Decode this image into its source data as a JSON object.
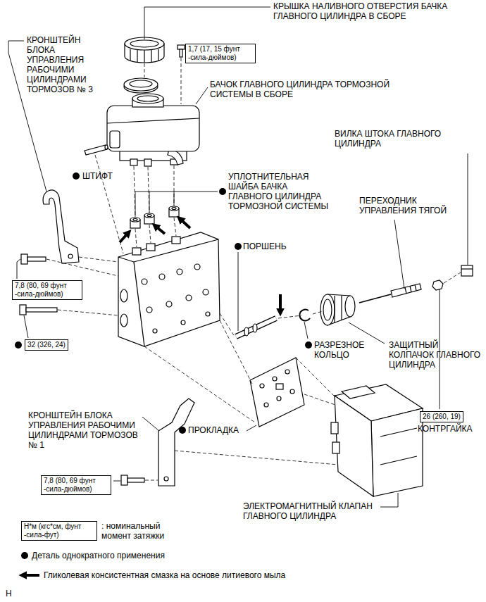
{
  "diagram": {
    "nodes": [
      {
        "text": [
          "1,7 (17, 15 фунт -сила-дюймов)"
        ]
      },
      {
        "text": [
          "7,8 (80, 69 фунт -сила-дюймов)"
        ]
      },
      {
        "text": [
          "32 (326, 24)"
        ]
      },
      {
        "text": [
          "26 (260, 19)"
        ]
      },
      {
        "text": [
          "7,8 (80, 69 фунт -сила-дюймов)"
        ]
      },
      {
        "text": [
          "Н*м (кгс*см, фунт -сила-фут)"
        ]
      }
    ],
    "labels": [
      "КРЫШКА НАЛИВНОГО ОТВЕРСТИЯ БАЧКА ГЛАВНОГО ЦИЛИНДРА В СБОРЕ",
      "КРОНШТЕЙН БЛОКА УПРАВЛЕНИЯ РАБОЧИМИ ЦИЛИНДРАМИ ТОРМОЗОВ № 3",
      "БАЧОК ГЛАВНОГО ЦИЛИНДРА ТОРМОЗНОЙ СИСТЕМЫ В СБОРЕ",
      "ВИЛКА ШТОКА ГЛАВНОГО ЦИЛИНДРА",
      "ШТИФТ",
      "УПЛОТНИТЕЛЬНАЯ ШАЙБА БАЧКА ГЛАВНОГО ЦИЛИНДРА ТОРМОЗНОЙ СИСТЕМЫ",
      "ПЕРЕХОДНИК УПРАВЛЕНИЯ ТЯГОЙ",
      "ПОРШЕНЬ",
      "КОНТРГАЙКА",
      "РАЗРЕЗНОЕ КОЛЬЦО",
      "ЗАЩИТНЫЙ КОЛПАЧОК ГЛАВНОГО ЦИЛИНДРА",
      "КРОНШТЕЙН БЛОКА УПРАВЛЕНИЯ РАБОЧИМИ ЦИЛИНДРАМИ ТОРМОЗОВ № 1",
      "ПРОКЛАДКА",
      "ЭЛЕКТРОМАГНИТНЫЙ КЛАПАН ГЛАВНОГО ЦИЛИНДРА",
      "H"
    ],
    "legend": [
      {
        "text": ": номинальный момент затяжки"
      },
      {
        "text": "Деталь однократного применения"
      },
      {
        "text": "Гликолевая консистентная смазка на основе литиевого мыла"
      }
    ]
  }
}
